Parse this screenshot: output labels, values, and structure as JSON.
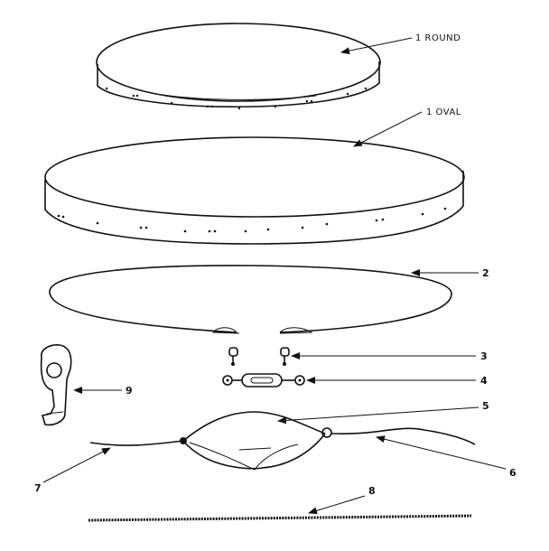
{
  "labels": {
    "round": "1 ROUND",
    "oval": "1 OVAL",
    "part2": "2",
    "part3": "3",
    "part4": "4",
    "part5": "5",
    "part6": "6",
    "part7": "7",
    "part8": "8",
    "part9": "9"
  }
}
